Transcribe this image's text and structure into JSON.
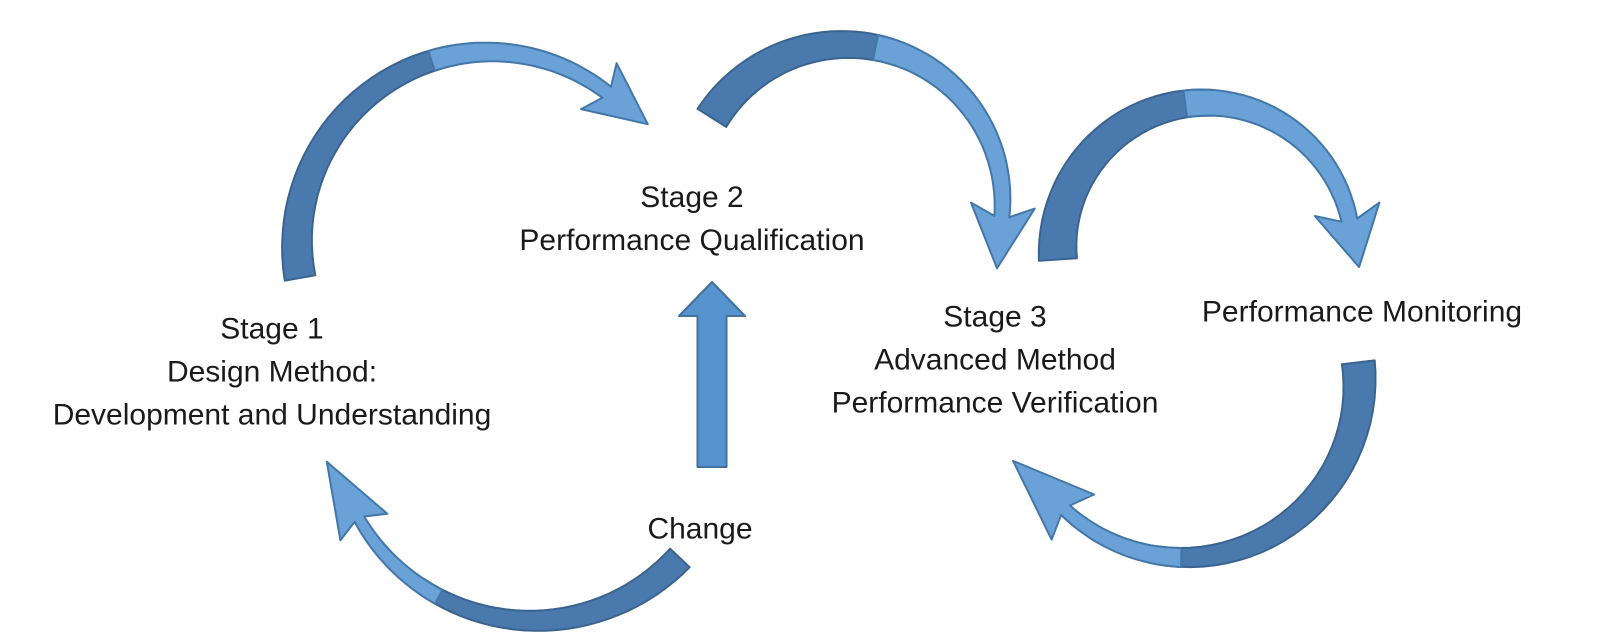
{
  "diagram": {
    "background_color": "#ffffff",
    "text_color": "#1a1a1a",
    "arrow_colors": {
      "dark": "#4a7aad",
      "light": "#6aa2d8",
      "solid": "#5793cf",
      "outline_dark": "#3a648f",
      "outline_light": "#4377a8",
      "outline_solid": "#41719c"
    },
    "nodes": [
      {
        "id": "stage1",
        "lines": [
          "Stage 1",
          "Design Method:",
          "Development and Understanding"
        ]
      },
      {
        "id": "stage2",
        "lines": [
          "Stage 2",
          "Performance Qualification"
        ]
      },
      {
        "id": "stage3",
        "lines": [
          "Stage 3",
          "Advanced Method",
          "Performance Verification"
        ]
      },
      {
        "id": "monitoring",
        "lines": [
          "Performance Monitoring"
        ]
      },
      {
        "id": "change",
        "lines": [
          "Change"
        ]
      }
    ],
    "connections": [
      {
        "from": "stage1",
        "to": "stage2",
        "shape": "curved-arc"
      },
      {
        "from": "stage2",
        "to": "stage3",
        "shape": "curved-arc"
      },
      {
        "from": "stage3",
        "to": "monitoring",
        "shape": "curved-arc"
      },
      {
        "from": "monitoring",
        "to": "stage3",
        "shape": "curved-return"
      },
      {
        "from": "change",
        "to": "stage1",
        "shape": "curved-return"
      },
      {
        "from": "change",
        "to": "stage2",
        "shape": "straight-up"
      }
    ]
  }
}
